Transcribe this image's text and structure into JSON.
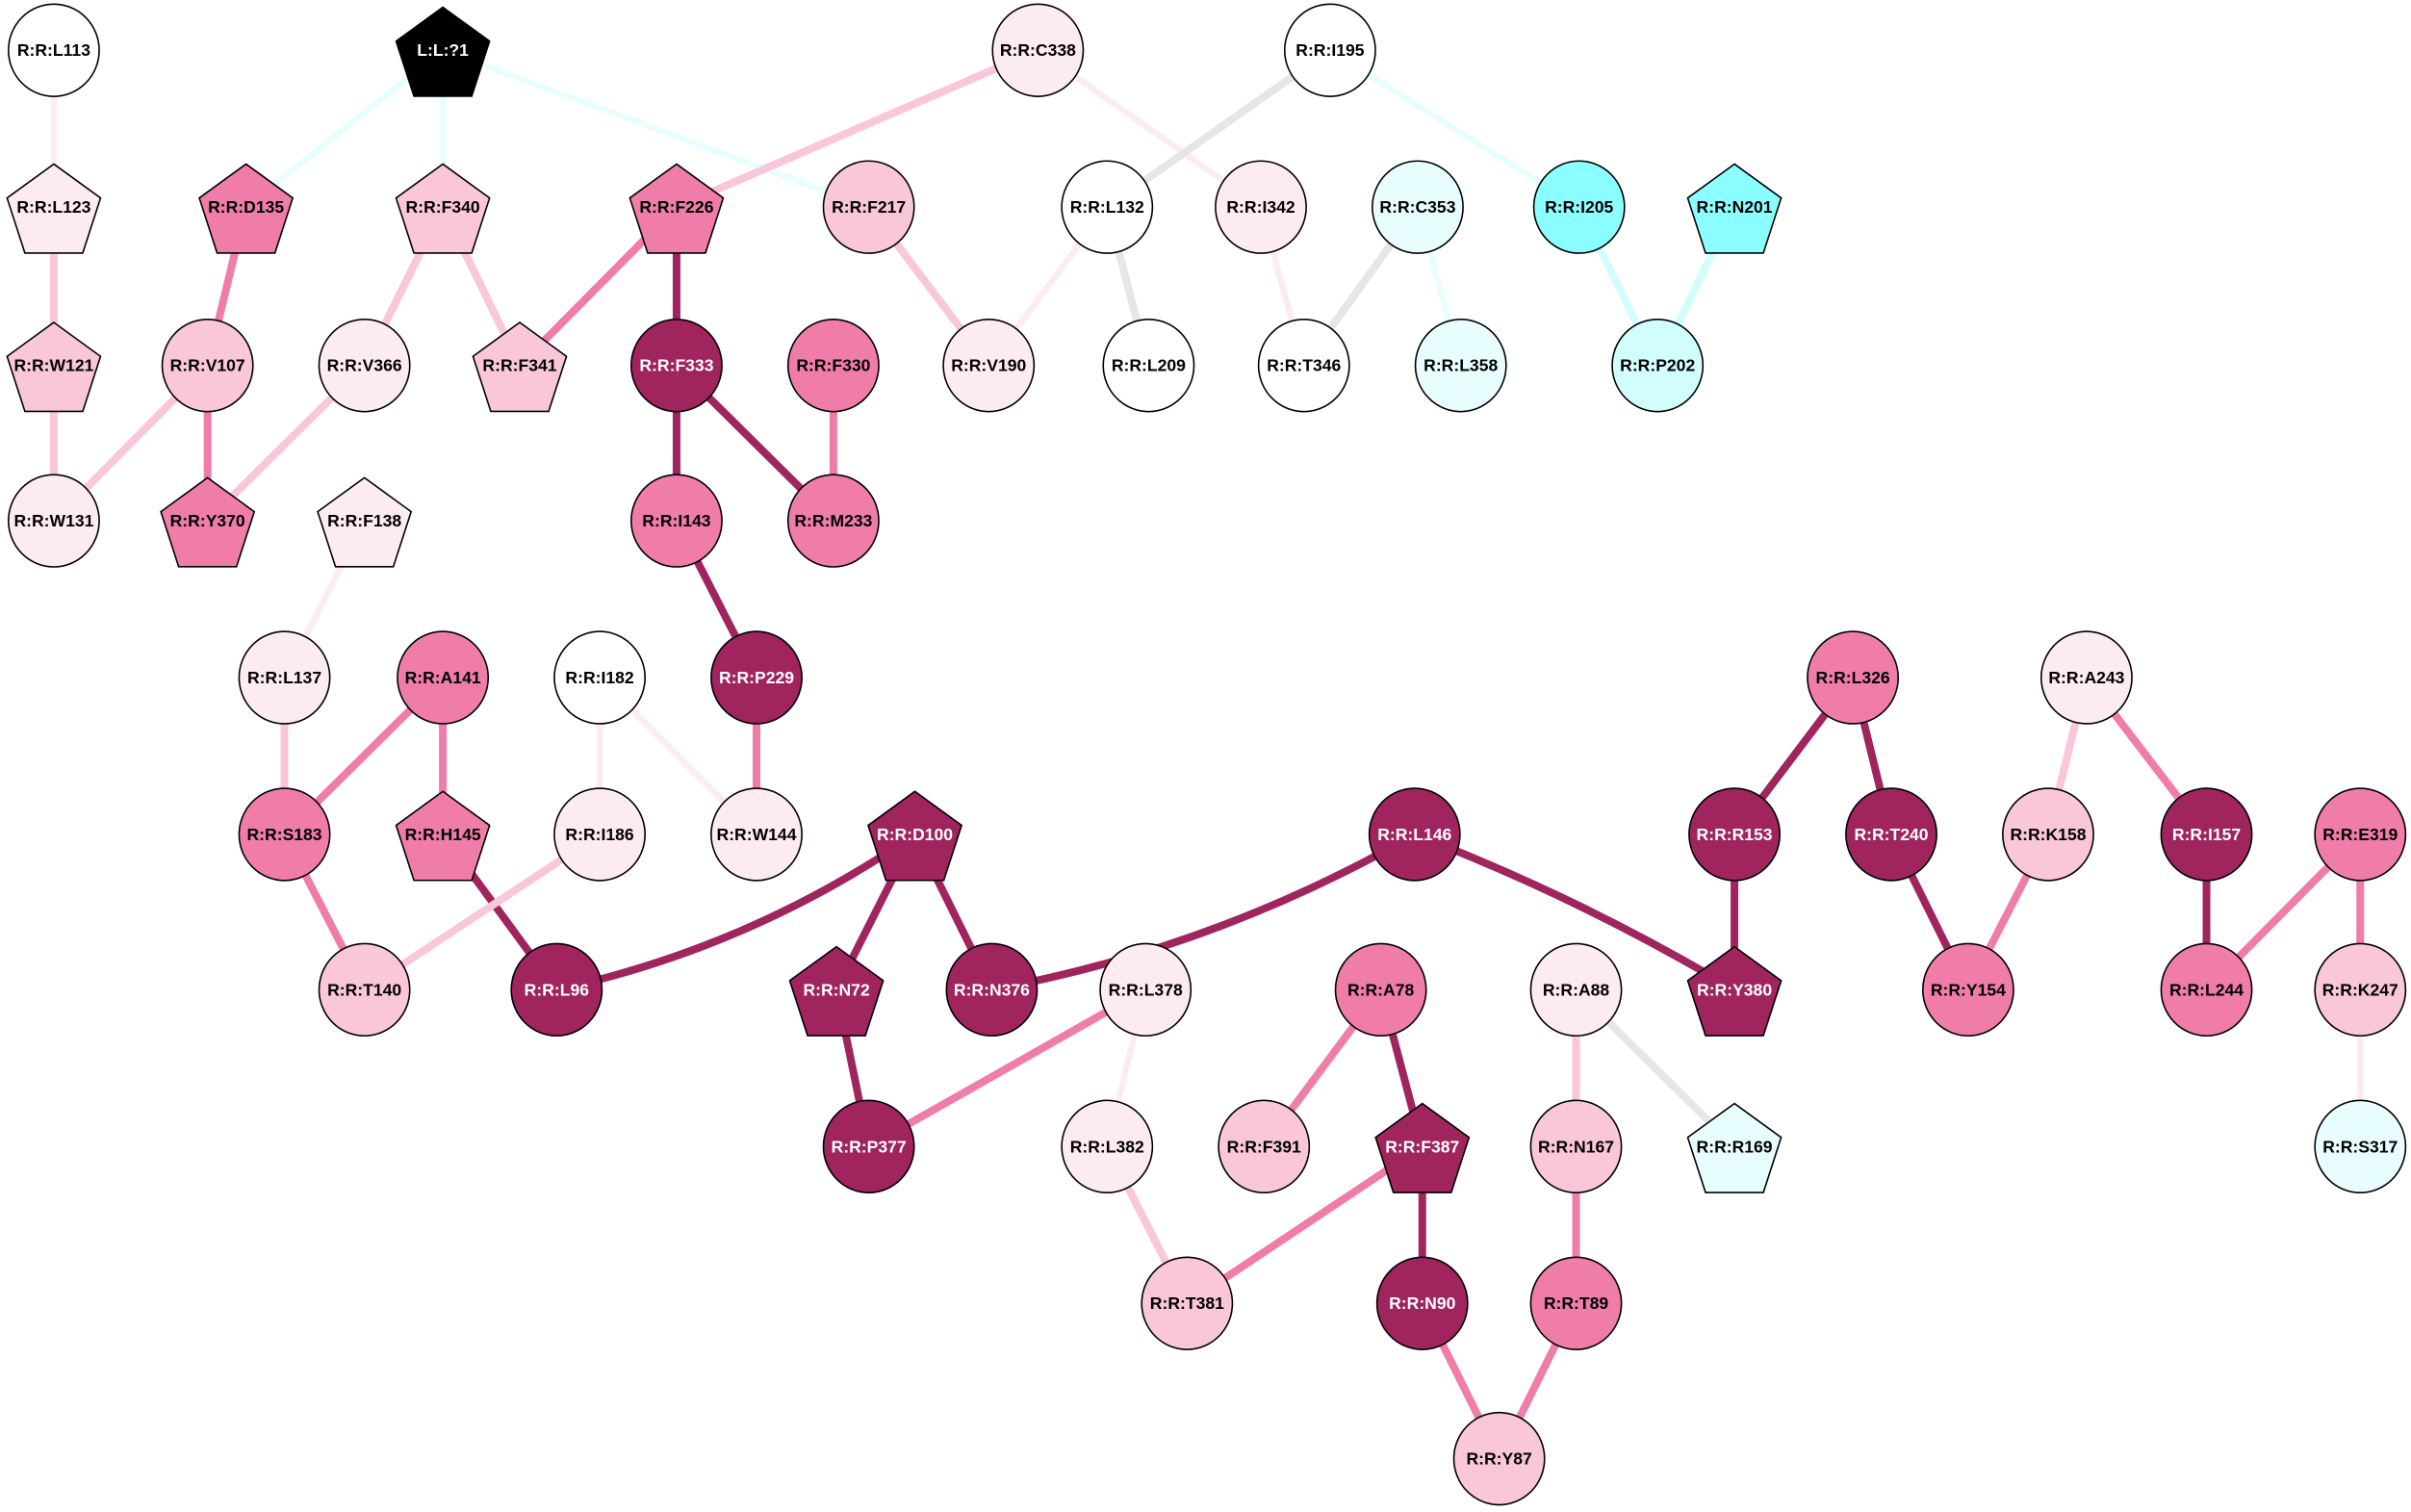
{
  "palette": {
    "white": "#ffffff",
    "vlight": "#fdebf2",
    "light": "#f9c6da",
    "mid": "#f07caa",
    "dark": "#a0245e",
    "cyanlight": "#e8fefe",
    "cyanmid": "#d2fdfd",
    "cyan": "#8bffff",
    "black": "#000000",
    "gray": "#e6e6e6"
  },
  "nodes": [
    {
      "id": "R:R:L113",
      "shape": "circle",
      "fill": "white"
    },
    {
      "id": "L:L:?1",
      "shape": "pentagon",
      "fill": "black"
    },
    {
      "id": "R:R:C338",
      "shape": "circle",
      "fill": "vlight"
    },
    {
      "id": "R:R:I195",
      "shape": "circle",
      "fill": "white"
    },
    {
      "id": "R:R:L123",
      "shape": "pentagon",
      "fill": "vlight"
    },
    {
      "id": "R:R:D135",
      "shape": "pentagon",
      "fill": "mid"
    },
    {
      "id": "R:R:F340",
      "shape": "pentagon",
      "fill": "light"
    },
    {
      "id": "R:R:F226",
      "shape": "pentagon",
      "fill": "mid"
    },
    {
      "id": "R:R:F217",
      "shape": "circle",
      "fill": "light"
    },
    {
      "id": "R:R:L132",
      "shape": "circle",
      "fill": "white"
    },
    {
      "id": "R:R:I342",
      "shape": "circle",
      "fill": "vlight"
    },
    {
      "id": "R:R:C353",
      "shape": "circle",
      "fill": "cyanlight"
    },
    {
      "id": "R:R:I205",
      "shape": "circle",
      "fill": "cyan"
    },
    {
      "id": "R:R:N201",
      "shape": "pentagon",
      "fill": "cyan"
    },
    {
      "id": "R:R:W121",
      "shape": "pentagon",
      "fill": "light"
    },
    {
      "id": "R:R:V107",
      "shape": "circle",
      "fill": "light"
    },
    {
      "id": "R:R:V366",
      "shape": "circle",
      "fill": "vlight"
    },
    {
      "id": "R:R:F341",
      "shape": "pentagon",
      "fill": "light"
    },
    {
      "id": "R:R:F333",
      "shape": "circle",
      "fill": "dark"
    },
    {
      "id": "R:R:F330",
      "shape": "circle",
      "fill": "mid"
    },
    {
      "id": "R:R:V190",
      "shape": "circle",
      "fill": "vlight"
    },
    {
      "id": "R:R:L209",
      "shape": "circle",
      "fill": "white"
    },
    {
      "id": "R:R:T346",
      "shape": "circle",
      "fill": "white"
    },
    {
      "id": "R:R:L358",
      "shape": "circle",
      "fill": "cyanlight"
    },
    {
      "id": "R:R:P202",
      "shape": "circle",
      "fill": "cyanmid"
    },
    {
      "id": "R:R:W131",
      "shape": "circle",
      "fill": "vlight"
    },
    {
      "id": "R:R:Y370",
      "shape": "pentagon",
      "fill": "mid"
    },
    {
      "id": "R:R:F138",
      "shape": "pentagon",
      "fill": "vlight"
    },
    {
      "id": "R:R:I143",
      "shape": "circle",
      "fill": "mid"
    },
    {
      "id": "R:R:M233",
      "shape": "circle",
      "fill": "mid"
    },
    {
      "id": "R:R:L137",
      "shape": "circle",
      "fill": "vlight"
    },
    {
      "id": "R:R:A141",
      "shape": "circle",
      "fill": "mid"
    },
    {
      "id": "R:R:I182",
      "shape": "circle",
      "fill": "white"
    },
    {
      "id": "R:R:P229",
      "shape": "circle",
      "fill": "dark"
    },
    {
      "id": "R:R:L326",
      "shape": "circle",
      "fill": "mid"
    },
    {
      "id": "R:R:A243",
      "shape": "circle",
      "fill": "vlight"
    },
    {
      "id": "R:R:S183",
      "shape": "circle",
      "fill": "mid"
    },
    {
      "id": "R:R:H145",
      "shape": "pentagon",
      "fill": "mid"
    },
    {
      "id": "R:R:I186",
      "shape": "circle",
      "fill": "vlight"
    },
    {
      "id": "R:R:W144",
      "shape": "circle",
      "fill": "vlight"
    },
    {
      "id": "R:R:D100",
      "shape": "pentagon",
      "fill": "dark"
    },
    {
      "id": "R:R:L146",
      "shape": "circle",
      "fill": "dark"
    },
    {
      "id": "R:R:R153",
      "shape": "circle",
      "fill": "dark"
    },
    {
      "id": "R:R:T240",
      "shape": "circle",
      "fill": "dark"
    },
    {
      "id": "R:R:K158",
      "shape": "circle",
      "fill": "light"
    },
    {
      "id": "R:R:I157",
      "shape": "circle",
      "fill": "dark"
    },
    {
      "id": "R:R:E319",
      "shape": "circle",
      "fill": "mid"
    },
    {
      "id": "R:R:T140",
      "shape": "circle",
      "fill": "light"
    },
    {
      "id": "R:R:L96",
      "shape": "circle",
      "fill": "dark"
    },
    {
      "id": "R:R:N72",
      "shape": "pentagon",
      "fill": "dark"
    },
    {
      "id": "R:R:N376",
      "shape": "circle",
      "fill": "dark"
    },
    {
      "id": "R:R:L378",
      "shape": "circle",
      "fill": "vlight"
    },
    {
      "id": "R:R:A78",
      "shape": "circle",
      "fill": "mid"
    },
    {
      "id": "R:R:A88",
      "shape": "circle",
      "fill": "vlight"
    },
    {
      "id": "R:R:Y380",
      "shape": "pentagon",
      "fill": "dark"
    },
    {
      "id": "R:R:Y154",
      "shape": "circle",
      "fill": "mid"
    },
    {
      "id": "R:R:L244",
      "shape": "circle",
      "fill": "mid"
    },
    {
      "id": "R:R:K247",
      "shape": "circle",
      "fill": "light"
    },
    {
      "id": "R:R:P377",
      "shape": "circle",
      "fill": "dark"
    },
    {
      "id": "R:R:L382",
      "shape": "circle",
      "fill": "vlight"
    },
    {
      "id": "R:R:F391",
      "shape": "circle",
      "fill": "light"
    },
    {
      "id": "R:R:F387",
      "shape": "pentagon",
      "fill": "dark"
    },
    {
      "id": "R:R:N167",
      "shape": "circle",
      "fill": "light"
    },
    {
      "id": "R:R:R169",
      "shape": "pentagon",
      "fill": "cyanlight"
    },
    {
      "id": "R:R:S317",
      "shape": "circle",
      "fill": "cyanlight"
    },
    {
      "id": "R:R:T381",
      "shape": "circle",
      "fill": "light"
    },
    {
      "id": "R:R:N90",
      "shape": "circle",
      "fill": "dark"
    },
    {
      "id": "R:R:T89",
      "shape": "circle",
      "fill": "mid"
    },
    {
      "id": "R:R:Y87",
      "shape": "circle",
      "fill": "light"
    }
  ],
  "edges": [
    [
      "R:R:L113",
      "R:R:L123",
      "vlight"
    ],
    [
      "R:R:L123",
      "R:R:W121",
      "light"
    ],
    [
      "R:R:W121",
      "R:R:W131",
      "light"
    ],
    [
      "L:L:?1",
      "R:R:D135",
      "cyanlight"
    ],
    [
      "L:L:?1",
      "R:R:F340",
      "cyanlight"
    ],
    [
      "L:L:?1",
      "R:R:F217",
      "cyanlight"
    ],
    [
      "R:R:C338",
      "R:R:F226",
      "light"
    ],
    [
      "R:R:C338",
      "R:R:I342",
      "vlight"
    ],
    [
      "R:R:I195",
      "R:R:L132",
      "gray"
    ],
    [
      "R:R:I195",
      "R:R:I205",
      "cyanlight"
    ],
    [
      "R:R:D135",
      "R:R:V107",
      "mid"
    ],
    [
      "R:R:F340",
      "R:R:V366",
      "light"
    ],
    [
      "R:R:F340",
      "R:R:F341",
      "light"
    ],
    [
      "R:R:F226",
      "R:R:F341",
      "mid"
    ],
    [
      "R:R:F226",
      "R:R:F333",
      "dark"
    ],
    [
      "R:R:F217",
      "R:R:V190",
      "light"
    ],
    [
      "R:R:L132",
      "R:R:V190",
      "vlight"
    ],
    [
      "R:R:L132",
      "R:R:L209",
      "gray"
    ],
    [
      "R:R:I342",
      "R:R:T346",
      "vlight"
    ],
    [
      "R:R:C353",
      "R:R:T346",
      "gray"
    ],
    [
      "R:R:C353",
      "R:R:L358",
      "cyanlight"
    ],
    [
      "R:R:I205",
      "R:R:P202",
      "cyanmid"
    ],
    [
      "R:R:N201",
      "R:R:P202",
      "cyanmid"
    ],
    [
      "R:R:V107",
      "R:R:W131",
      "light"
    ],
    [
      "R:R:V107",
      "R:R:Y370",
      "mid"
    ],
    [
      "R:R:V366",
      "R:R:Y370",
      "light"
    ],
    [
      "R:R:F333",
      "R:R:I143",
      "dark"
    ],
    [
      "R:R:F333",
      "R:R:M233",
      "dark"
    ],
    [
      "R:R:F330",
      "R:R:M233",
      "mid"
    ],
    [
      "R:R:I143",
      "R:R:P229",
      "dark"
    ],
    [
      "R:R:F138",
      "R:R:L137",
      "vlight"
    ],
    [
      "R:R:L137",
      "R:R:S183",
      "light"
    ],
    [
      "R:R:A141",
      "R:R:S183",
      "mid"
    ],
    [
      "R:R:A141",
      "R:R:H145",
      "mid"
    ],
    [
      "R:R:I182",
      "R:R:I186",
      "vlight"
    ],
    [
      "R:R:I182",
      "R:R:W144",
      "vlight"
    ],
    [
      "R:R:P229",
      "R:R:W144",
      "mid"
    ],
    [
      "R:R:S183",
      "R:R:T140",
      "mid"
    ],
    [
      "R:R:H145",
      "R:R:L96",
      "dark"
    ],
    [
      "R:R:I186",
      "R:R:T140",
      "light"
    ],
    [
      "R:R:D100",
      "R:R:L96",
      "dark"
    ],
    [
      "R:R:D100",
      "R:R:N72",
      "dark"
    ],
    [
      "R:R:D100",
      "R:R:N376",
      "dark"
    ],
    [
      "R:R:L146",
      "R:R:N376",
      "dark"
    ],
    [
      "R:R:L146",
      "R:R:Y380",
      "dark"
    ],
    [
      "R:R:L326",
      "R:R:R153",
      "dark"
    ],
    [
      "R:R:L326",
      "R:R:T240",
      "dark"
    ],
    [
      "R:R:R153",
      "R:R:Y380",
      "dark"
    ],
    [
      "R:R:T240",
      "R:R:Y154",
      "dark"
    ],
    [
      "R:R:K158",
      "R:R:Y154",
      "mid"
    ],
    [
      "R:R:A243",
      "R:R:K158",
      "light"
    ],
    [
      "R:R:A243",
      "R:R:I157",
      "mid"
    ],
    [
      "R:R:I157",
      "R:R:L244",
      "dark"
    ],
    [
      "R:R:E319",
      "R:R:L244",
      "mid"
    ],
    [
      "R:R:E319",
      "R:R:K247",
      "mid"
    ],
    [
      "R:R:K247",
      "R:R:S317",
      "vlight"
    ],
    [
      "R:R:N72",
      "R:R:P377",
      "dark"
    ],
    [
      "R:R:L378",
      "R:R:P377",
      "mid"
    ],
    [
      "R:R:L378",
      "R:R:L382",
      "vlight"
    ],
    [
      "R:R:A78",
      "R:R:F391",
      "mid"
    ],
    [
      "R:R:A78",
      "R:R:F387",
      "dark"
    ],
    [
      "R:R:A88",
      "R:R:N167",
      "light"
    ],
    [
      "R:R:A88",
      "R:R:R169",
      "gray"
    ],
    [
      "R:R:L382",
      "R:R:T381",
      "light"
    ],
    [
      "R:R:F387",
      "R:R:T381",
      "mid"
    ],
    [
      "R:R:F387",
      "R:R:N90",
      "dark"
    ],
    [
      "R:R:N167",
      "R:R:T89",
      "mid"
    ],
    [
      "R:R:N90",
      "R:R:Y87",
      "mid"
    ],
    [
      "R:R:T89",
      "R:R:Y87",
      "mid"
    ]
  ]
}
